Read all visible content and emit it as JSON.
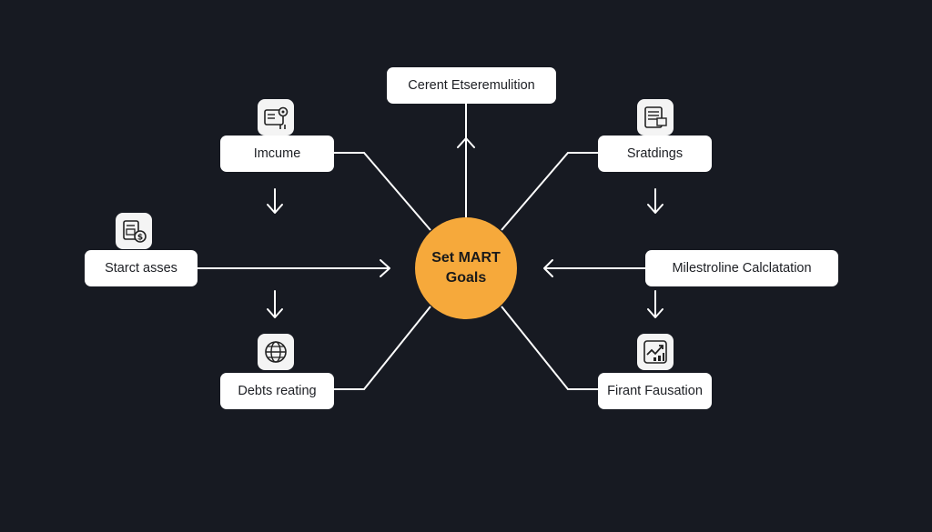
{
  "hub": {
    "line1": "Set MART",
    "line2": "Goals",
    "color": "#f6a93b"
  },
  "background_color": "#171a22",
  "nodes": {
    "top": {
      "label": "Cerent Etseremulition"
    },
    "income": {
      "label": "Imcume",
      "icon": "document-gear-icon"
    },
    "start_assets": {
      "label": "Starct asses",
      "icon": "money-document-icon"
    },
    "debts": {
      "label": "Debts reating",
      "icon": "globe-icon"
    },
    "savings": {
      "label": "Sratdings",
      "icon": "report-document-icon"
    },
    "milestone": {
      "label": "Milestroline Calclatation"
    },
    "final": {
      "label": "Firant Fausation",
      "icon": "growth-chart-icon"
    }
  }
}
